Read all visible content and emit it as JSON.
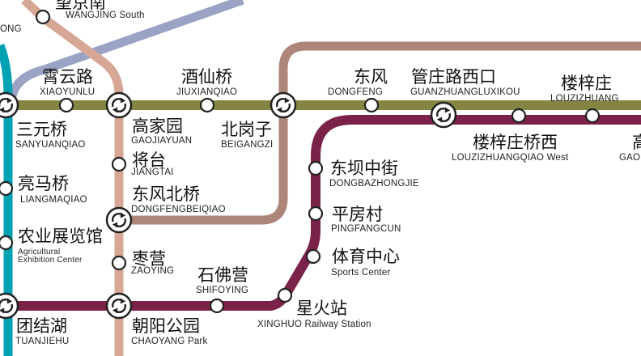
{
  "colors": {
    "line_gray_blue": "#9aa3c4",
    "line_pink_beige": "#d7a796",
    "line_olive": "#848543",
    "line_light_brown": "#ad8579",
    "line_maroon": "#7b2249",
    "line_teal": "#00a1b1",
    "interchange_icon": "transfer-arrows-icon"
  },
  "stations": {
    "wangjing_nan": {
      "cn": "望京南",
      "en": "WANGJING South"
    },
    "edge_ong": {
      "en": "ONG"
    },
    "xiaoyunlu": {
      "cn": "霄云路",
      "en": "XIAOYUNLU"
    },
    "jiuxianqiao": {
      "cn": "酒仙桥",
      "en": "JIUXIANQIAO"
    },
    "dongfeng": {
      "cn": "东风",
      "en": "DONGFENG"
    },
    "guanzhuanglu_xikou": {
      "cn": "管庄路西口",
      "en": "GUANZHUANGLUXIKOU"
    },
    "louzizhuang": {
      "cn": "楼梓庄",
      "en": "LOUZIZHUANG"
    },
    "sanyuanqiao": {
      "cn": "三元桥",
      "en": "SANYUANQIAO"
    },
    "gaojiayuan": {
      "cn": "高家园",
      "en": "GAOJIAYUAN"
    },
    "beigangzi": {
      "cn": "北岗子",
      "en": "BEIGANGZI"
    },
    "louzizhuangqiao_xi": {
      "cn": "楼梓庄桥西",
      "en": "LOUZIZHUANGQIAO West"
    },
    "edge_gao": {
      "cn": "高",
      "en": "GAO"
    },
    "jiangtai": {
      "cn": "将台",
      "en": "JIANGTAI"
    },
    "dongbazhongjie": {
      "cn": "东坝中街",
      "en": "DONGBAZHONGJIE"
    },
    "liangmaqiao": {
      "cn": "亮马桥",
      "en": "LIANGMAQIAO"
    },
    "dongfeng_beiqiao": {
      "cn": "东风北桥",
      "en": "DONGFENGBEIQIAO"
    },
    "pingfangcun": {
      "cn": "平房村",
      "en": "PINGFANGCUN"
    },
    "nongye_zhanlanguan": {
      "cn": "农业展览馆",
      "en": "Agricultural\nExhibition Center"
    },
    "zaoying": {
      "cn": "枣营",
      "en": "ZAOYING"
    },
    "tiyu_zhongxin": {
      "cn": "体育中心",
      "en": "Sports Center"
    },
    "shifoying": {
      "cn": "石佛营",
      "en": "SHIFOYING"
    },
    "xinghuo": {
      "cn": "星火站",
      "en": "XINGHUO Railway Station"
    },
    "tuanjiehu": {
      "cn": "团结湖",
      "en": "TUANJIEHU"
    },
    "chaoyang_gongyuan": {
      "cn": "朝阳公园",
      "en": "CHAOYANG Park"
    }
  }
}
